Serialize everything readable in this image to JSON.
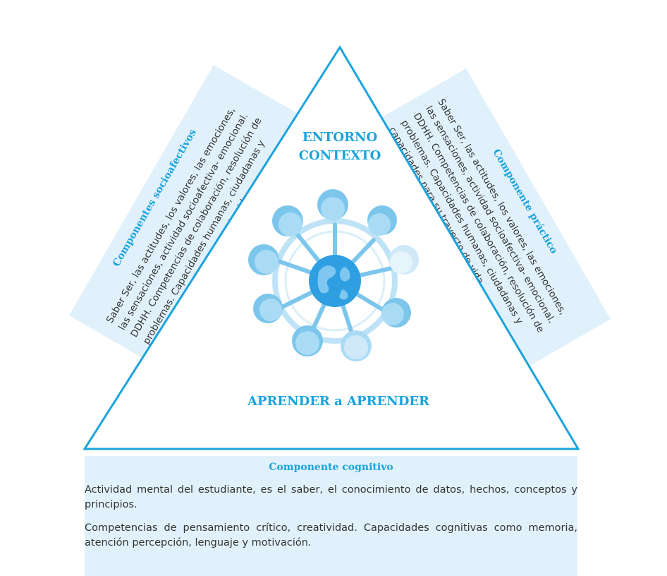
{
  "center": {
    "top_line1": "ENTORNO",
    "top_line2": "CONTEXTO",
    "bottom": "APRENDER a APRENDER"
  },
  "left_panel": {
    "title": "Componentes socioafectivos",
    "text": "Saber Ser, las actitudes, los valores, las emociones, las sensaciones, actividad socioafectiva- emocional. DDHH. Competencias de colaboración, resolución de problemas. Capacidades humanas, ciudadanas y capacidades para su trayecto de vida."
  },
  "right_panel": {
    "title": "Componente práctico",
    "text": "Saber Ser, las actitudes, los valores, las emociones, las sensaciones, actividad socioafectiva- emocional. DDHH. Competencias de colaboración, resolución de problemas. Capacidades humanas, ciudadanas y capacidades para su trayecto de vida."
  },
  "bottom_panel": {
    "title": "Componente cognitivo",
    "para1": "Actividad mental del estudiante, es el saber, el conocimiento de datos, hechos, conceptos y principios.",
    "para2": "Competencias de pensamiento crítico, creatividad. Capacidades cognitivas como memoria, atención percepción, lenguaje y motivación."
  },
  "colors": {
    "accent": "#1aa3de",
    "panel_bg": "#e1f1fb",
    "triangle_stroke": "#1aa3de"
  }
}
